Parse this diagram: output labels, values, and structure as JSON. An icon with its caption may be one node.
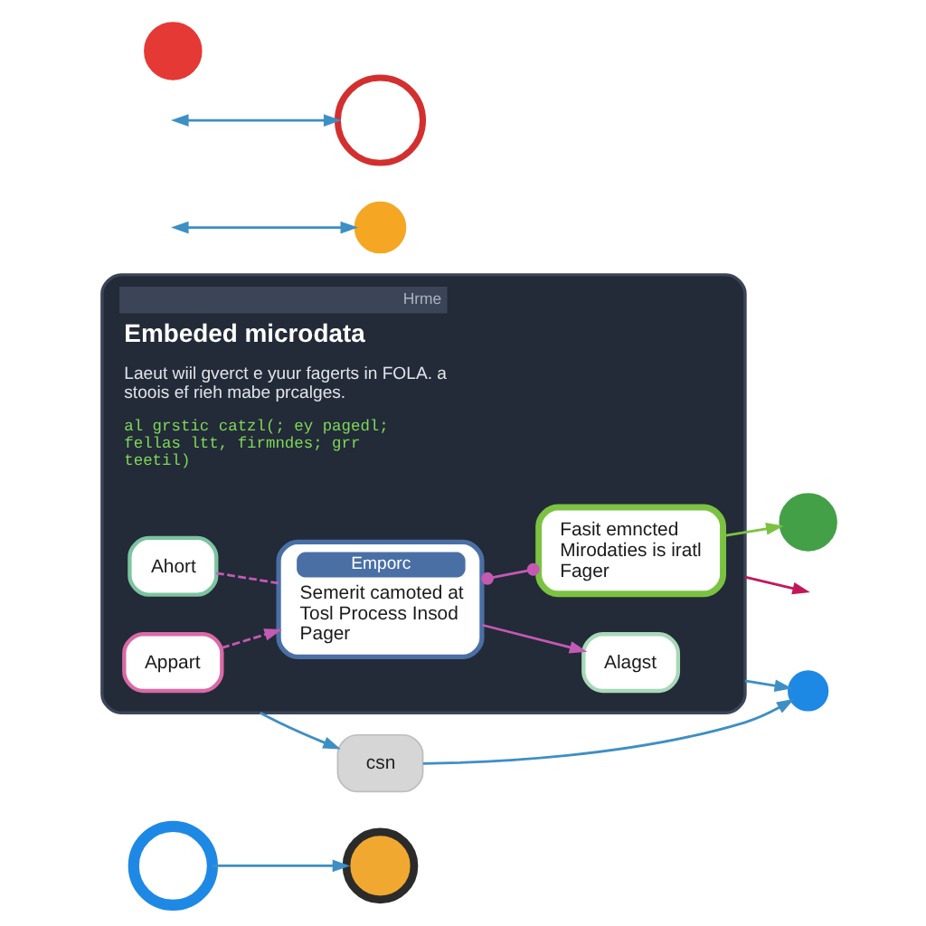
{
  "diagram": {
    "nodes": [
      {
        "text": [],
        "shape": "circle"
      },
      {
        "text": [],
        "shape": "circle"
      },
      {
        "text": [
          "Hrme",
          "Embeded microdata",
          "Laeut wiil gverct e yuur fagerts in FOLA. a stoois ef rieh mabe prcalges.",
          "al grstic catzl(; ey pagedl; fellas ltt, firmndes; grr teetil)"
        ]
      },
      {
        "text": [
          "Appart"
        ],
        "in": 2
      },
      {
        "text": [
          "Ahort"
        ],
        "in": 2
      },
      {
        "text": [
          "Emporc",
          "Semerit camoted at Tosl Process Insod Pager"
        ],
        "in": 2
      },
      {
        "text": [
          "Fasit emncted Mirodaties is iratl Fager"
        ],
        "in": 2
      },
      {
        "text": [
          "Alagst"
        ],
        "in": 2
      },
      {
        "text": [
          "csn"
        ]
      },
      {
        "text": [],
        "shape": "circle"
      },
      {
        "text": [],
        "shape": "circle"
      },
      {
        "text": [],
        "shape": "circle"
      },
      {
        "text": [],
        "shape": "circle"
      },
      {
        "text": [],
        "shape": "circle"
      }
    ],
    "edges": [
      {
        "from": 0,
        "to": 1,
        "arrow": "to"
      },
      {
        "from": 2,
        "to": null,
        "arrow": "to",
        "color": "#c2185b"
      },
      {
        "from": 2,
        "to": 8,
        "arrow": "to"
      },
      {
        "from": 8,
        "to": 9,
        "arrow": "to"
      },
      {
        "from": 2,
        "to": 9,
        "arrow": "to"
      },
      {
        "from": null,
        "to": 10,
        "arrow": "both"
      },
      {
        "from": null,
        "to": 12,
        "arrow": "both"
      },
      {
        "from": 3,
        "to": 5,
        "arrow": "to",
        "style": "dashed",
        "color": "#c45ab3"
      },
      {
        "from": 4,
        "to": 5,
        "arrow": "none",
        "style": "dashed",
        "color": "#c45ab3"
      },
      {
        "from": 5,
        "to": 6,
        "arrow": "other",
        "color": "#c45ab3"
      },
      {
        "from": 5,
        "to": 7,
        "arrow": "to",
        "color": "#c45ab3"
      },
      {
        "from": 6,
        "to": 11,
        "arrow": "to",
        "color": "#7cc242"
      }
    ]
  }
}
